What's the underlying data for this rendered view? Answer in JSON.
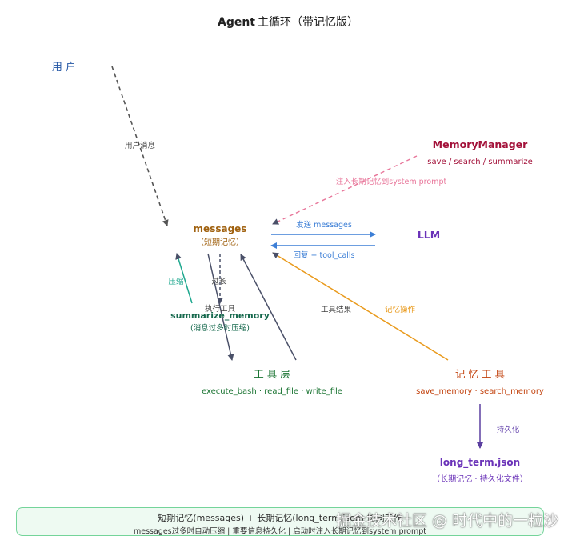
{
  "title": {
    "main": "Agent",
    "suffix": "主循环（带记忆版）"
  },
  "nodes": {
    "user": {
      "label": "用 户",
      "color": "#2255a4"
    },
    "memory_manager": {
      "title": "MemoryManager",
      "subtitle": "save / search / summarize",
      "color": "#a3123a"
    },
    "messages": {
      "title": "messages",
      "subtitle": "（短期记忆）",
      "color": "#a0610f"
    },
    "llm": {
      "title": "LLM",
      "color": "#6a32b8"
    },
    "summarize": {
      "title": "summarize_memory",
      "subtitle": "(消息过多时压缩)",
      "color": "#16694d"
    },
    "tools": {
      "title": "工 具 层",
      "subtitle": "execute_bash · read_file · write_file",
      "color": "#17722f"
    },
    "memory_tools": {
      "title": "记 忆 工 具",
      "subtitle": "save_memory · search_memory",
      "color": "#c2410c"
    },
    "long_term": {
      "title": "long_term.json",
      "subtitle": "（长期记忆 · 持久化文件）",
      "color": "#6a32b8"
    }
  },
  "edges": {
    "user_msg": "用户消息",
    "inject": "注入长期记忆到system prompt",
    "send": "发送 messages",
    "reply": "回复 + tool_calls",
    "compress": "压缩",
    "too_long": "过长",
    "exec_tool": "执行工具",
    "tool_result": "工具结果",
    "memory_op": "记忆操作",
    "persist": "持久化"
  },
  "colors": {
    "user_edge": "#555555",
    "inject_edge": "#e8769a",
    "llm_edge": "#3d7fd6",
    "compress_edge": "#1fa88f",
    "tool_edge": "#4a5068",
    "memory_edge": "#e99a1c",
    "persist_edge": "#6a4bb0"
  },
  "footer": {
    "line1": "短期记忆(messages) + 长期记忆(long_term.json) 协同工作",
    "line2": "messages过多时自动压缩 | 重要信息持久化 | 启动时注入长期记忆到system prompt"
  },
  "watermark": "掘金技术社区 @ 时代中的一粒沙"
}
